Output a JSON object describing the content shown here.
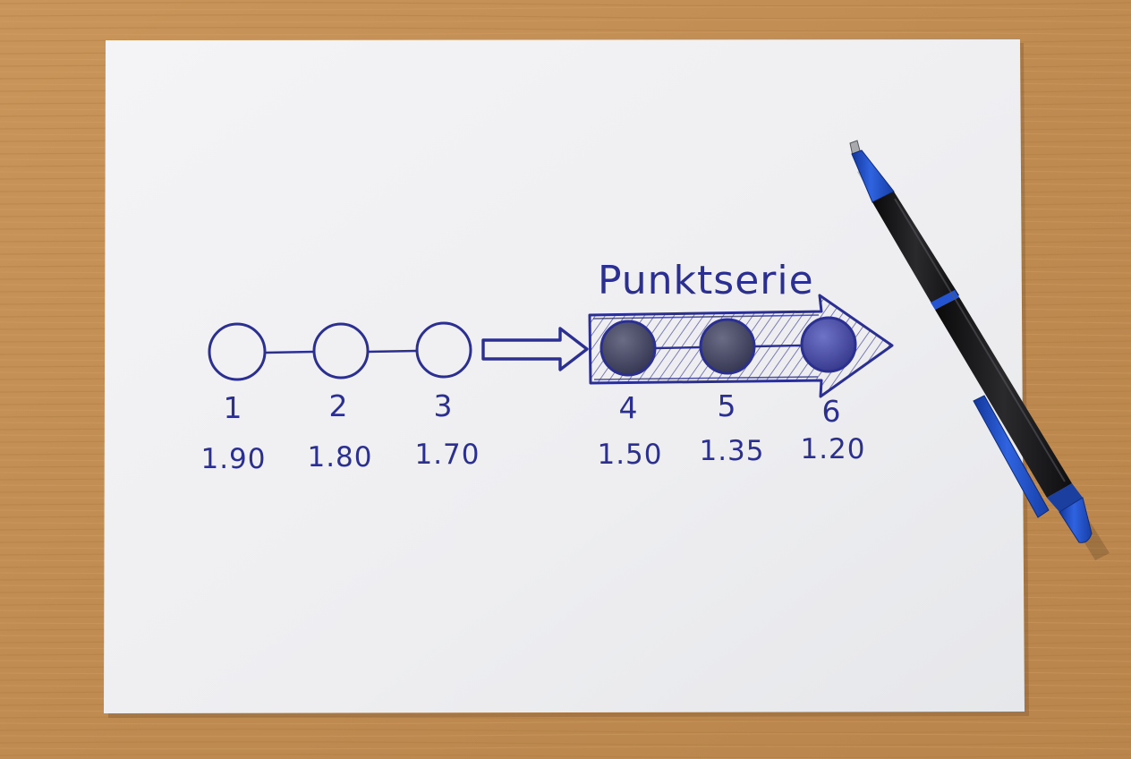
{
  "title": "Punktserie",
  "items": [
    {
      "number": "1",
      "value": "1.90",
      "in_series": false
    },
    {
      "number": "2",
      "value": "1.80",
      "in_series": false
    },
    {
      "number": "3",
      "value": "1.70",
      "in_series": false
    },
    {
      "number": "4",
      "value": "1.50",
      "in_series": true
    },
    {
      "number": "5",
      "value": "1.35",
      "in_series": true
    },
    {
      "number": "6",
      "value": "1.20",
      "in_series": true
    }
  ],
  "colors": {
    "ink": "#2b2f8f",
    "paper": "#f1f1f3",
    "wood": "#c28f55",
    "pen_blue": "#1f4fc4",
    "pen_grip": "#1c1c1e"
  }
}
